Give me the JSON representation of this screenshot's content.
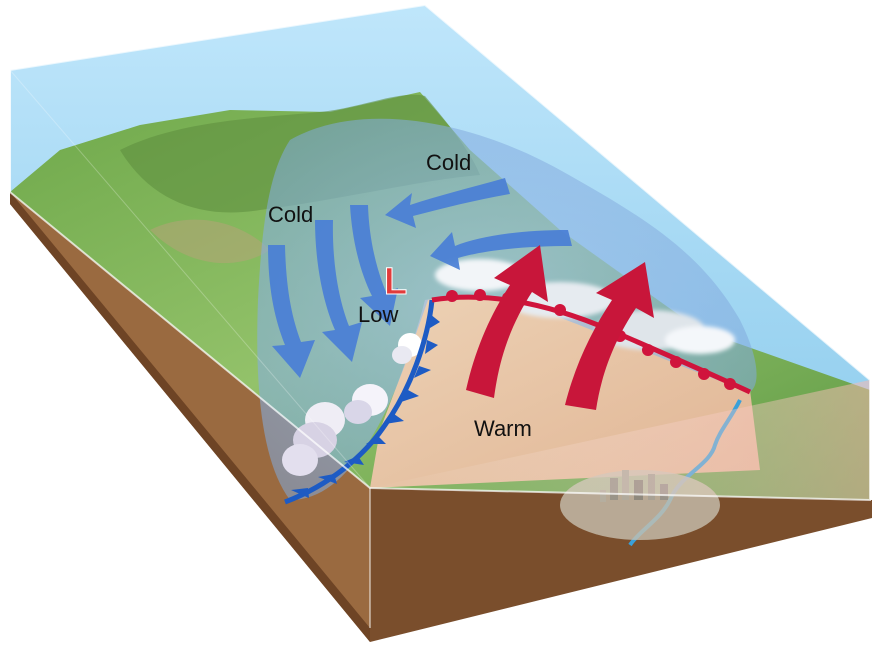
{
  "labels": {
    "cold_top": "Cold",
    "cold_left": "Cold",
    "low_symbol": "L",
    "low_text": "Low",
    "warm": "Warm"
  },
  "colors": {
    "cold_arrow": "#4a7fd6",
    "warm_arrow": "#c8163a",
    "cold_front": "#1d5bc4",
    "warm_front": "#d0143c",
    "low_symbol": "#e23b3b",
    "sky": "#a9d8f2",
    "warm_air": "#f3c9b0",
    "soil": "#8a5a34",
    "land": "#7fb45a"
  }
}
